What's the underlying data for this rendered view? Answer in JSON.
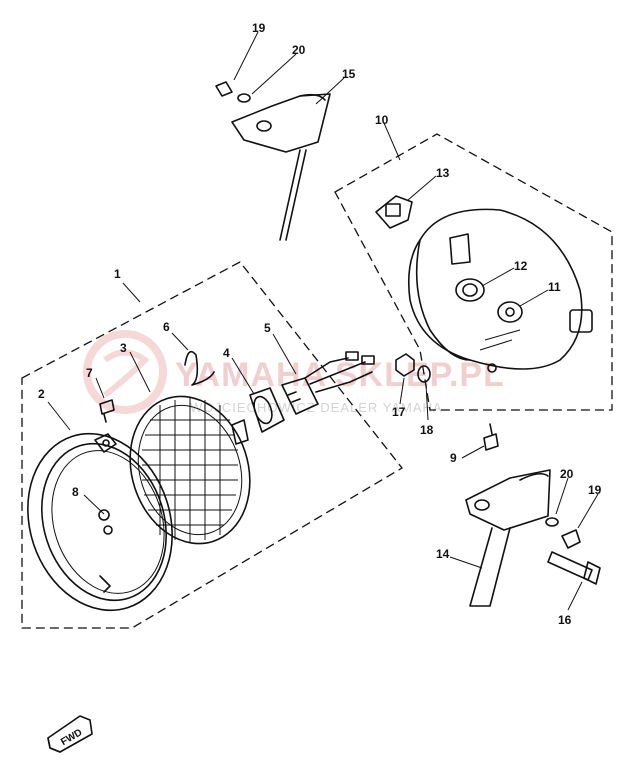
{
  "diagram": {
    "callouts": [
      {
        "id": "c1",
        "label": "1"
      },
      {
        "id": "c2",
        "label": "2"
      },
      {
        "id": "c3",
        "label": "3"
      },
      {
        "id": "c4",
        "label": "4"
      },
      {
        "id": "c5",
        "label": "5"
      },
      {
        "id": "c6",
        "label": "6"
      },
      {
        "id": "c7",
        "label": "7"
      },
      {
        "id": "c8",
        "label": "8"
      },
      {
        "id": "c9",
        "label": "9"
      },
      {
        "id": "c10",
        "label": "10"
      },
      {
        "id": "c11",
        "label": "11"
      },
      {
        "id": "c12",
        "label": "12"
      },
      {
        "id": "c13",
        "label": "13"
      },
      {
        "id": "c14",
        "label": "14"
      },
      {
        "id": "c15",
        "label": "15"
      },
      {
        "id": "c16",
        "label": "16"
      },
      {
        "id": "c17",
        "label": "17"
      },
      {
        "id": "c18",
        "label": "18"
      },
      {
        "id": "c19a",
        "label": "19"
      },
      {
        "id": "c19b",
        "label": "19"
      },
      {
        "id": "c20a",
        "label": "20"
      },
      {
        "id": "c20b",
        "label": "20"
      }
    ],
    "fwd_label": "FWD",
    "watermark": {
      "brand": "YAMAHA",
      "brand_tail": "SKLEP.PL",
      "tagline": "WOJCIECHOWICZ DEALER YAMAHA"
    },
    "colors": {
      "ink": "#111111",
      "watermark": "#e8a8a8",
      "background": "#ffffff"
    }
  }
}
